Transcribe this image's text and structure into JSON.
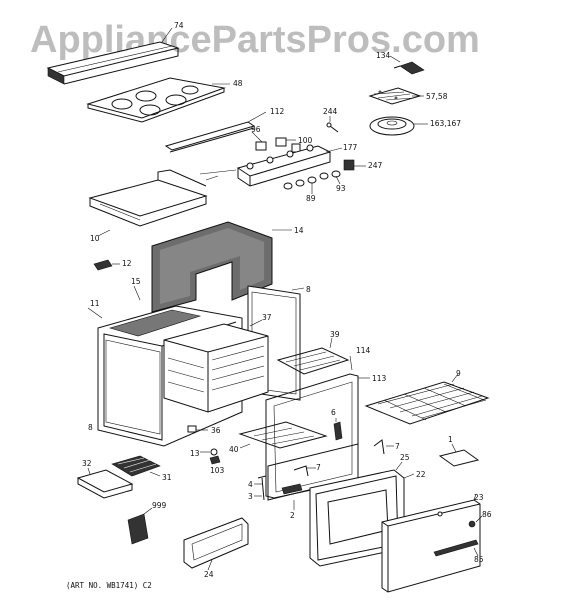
{
  "watermark": "AppliancePartsPros.com",
  "art_number": "(ART NO. WB1741) C2",
  "callouts": [
    "74",
    "48",
    "134",
    "57,58",
    "163,167",
    "112",
    "96",
    "100",
    "244",
    "177",
    "247",
    "93",
    "89",
    "10",
    "14",
    "12",
    "8",
    "11",
    "15",
    "37",
    "39",
    "114",
    "9",
    "113",
    "8",
    "36",
    "13",
    "103",
    "40",
    "6",
    "7",
    "1",
    "32",
    "31",
    "4",
    "3",
    "7",
    "25",
    "22",
    "2",
    "23",
    "86",
    "85",
    "999",
    "24"
  ]
}
